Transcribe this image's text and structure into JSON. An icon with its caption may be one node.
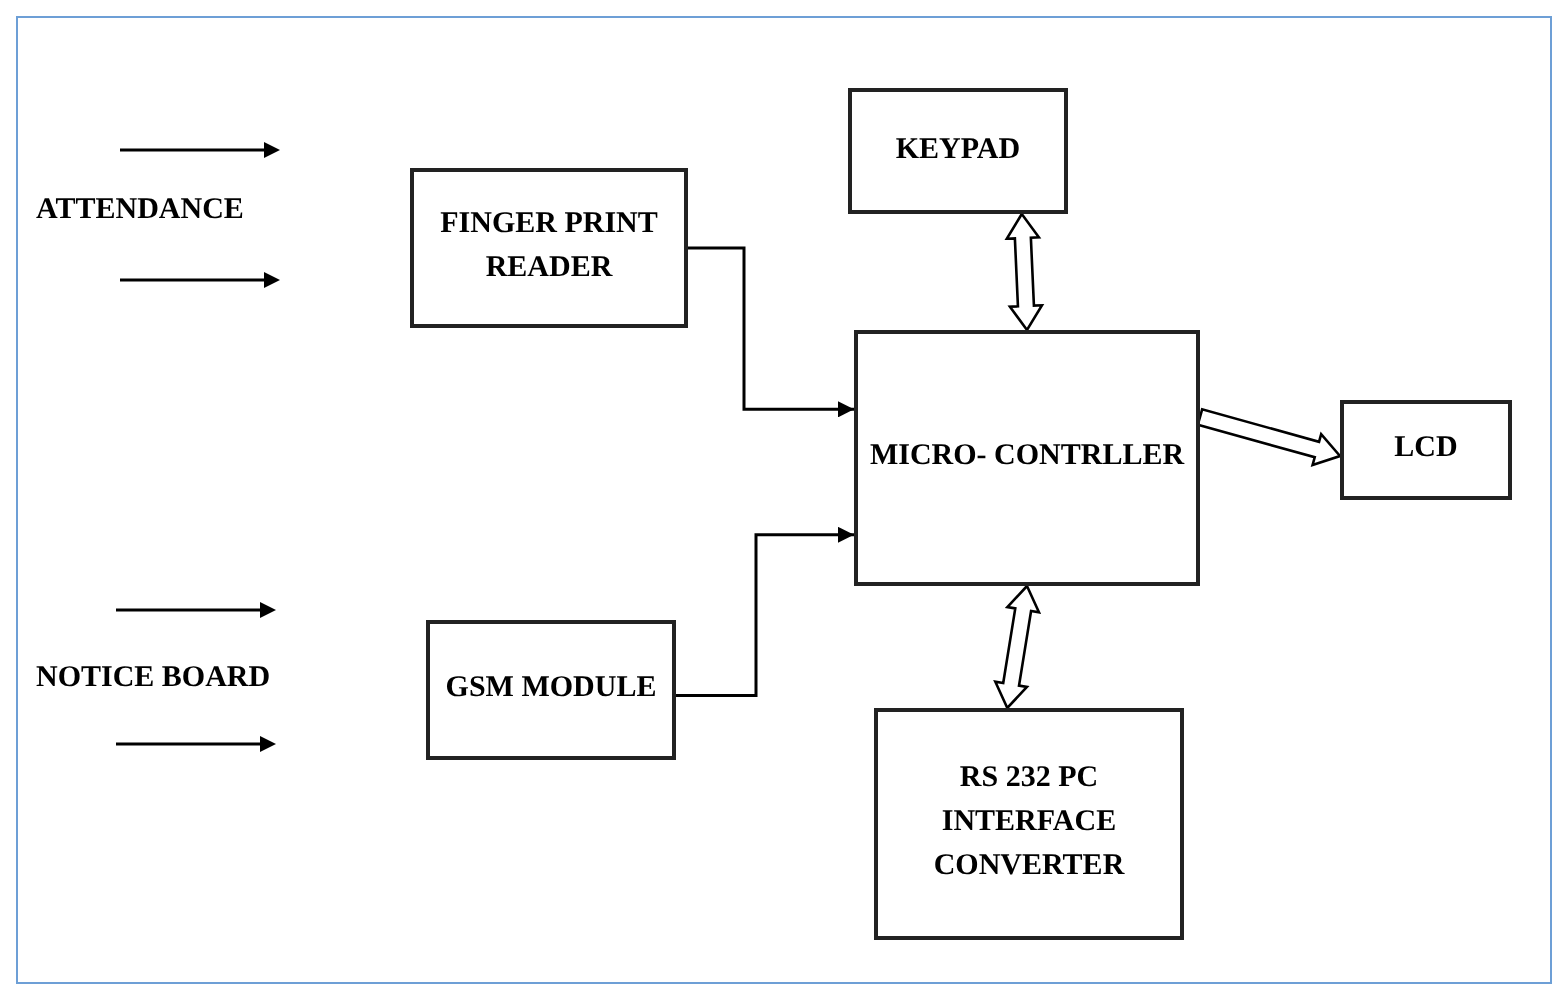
{
  "diagram": {
    "nodes": [
      {
        "text": [
          "FINGER PRINT READER"
        ]
      },
      {
        "text": [
          "KEYPAD"
        ]
      },
      {
        "text": [
          "MICRO- CONTRLLER"
        ]
      },
      {
        "text": [
          "LCD"
        ]
      },
      {
        "text": [
          "GSM MODULE"
        ]
      },
      {
        "text": [
          "RS 232 PC INTERFACE CONVERTER"
        ]
      }
    ],
    "edges": [
      {
        "from": 0,
        "to": 2,
        "arrow": "to"
      },
      {
        "from": 4,
        "to": 2,
        "arrow": "to"
      },
      {
        "from": 1,
        "to": 2,
        "arrow": "both",
        "style": "thick"
      },
      {
        "from": 2,
        "to": 3,
        "arrow": "to",
        "style": "thick"
      },
      {
        "from": 2,
        "to": 5,
        "arrow": "both",
        "style": "thick"
      }
    ],
    "labels": [
      "ATTENDANCE",
      "NOTICE BOARD"
    ]
  }
}
